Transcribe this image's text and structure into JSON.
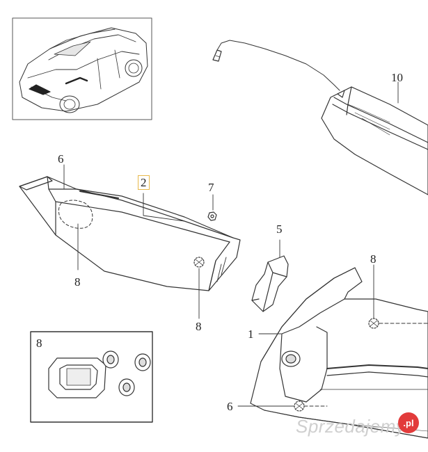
{
  "callouts": {
    "c1": "1",
    "c2": "2",
    "c5": "5",
    "c6_left": "6",
    "c6_bottom": "6",
    "c7": "7",
    "c8_left": "8",
    "c8_mid": "8",
    "c8_right": "8",
    "c8_inset": "8",
    "c10": "10"
  },
  "watermark": {
    "text": "Sprzedajemy",
    "badge": ".pl"
  },
  "colors": {
    "line": "#333333",
    "highlight_border": "#e8b84a",
    "watermark_badge": "#e23b3b"
  }
}
